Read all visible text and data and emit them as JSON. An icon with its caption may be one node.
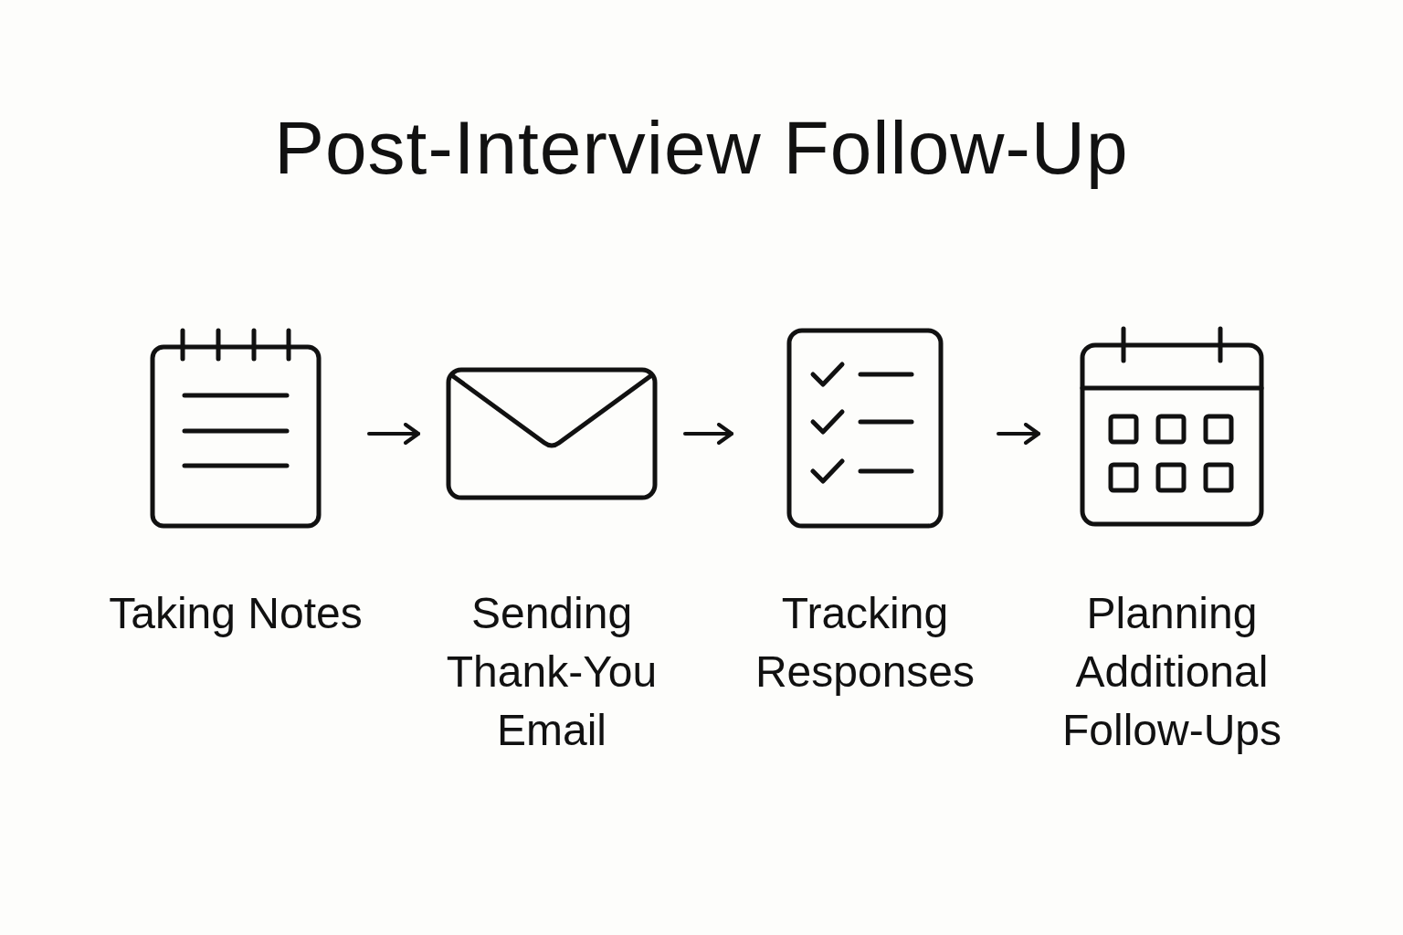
{
  "diagram": {
    "title": "Post-Interview Follow-Up",
    "nodes": [
      {
        "text": [
          "Taking Notes"
        ]
      },
      {
        "text": [
          "Sending Thank-You Email"
        ]
      },
      {
        "text": [
          "Tracking Responses"
        ]
      },
      {
        "text": [
          "Planning Additional Follow-Ups"
        ]
      }
    ],
    "edges": [
      {
        "from": 0,
        "to": 1,
        "arrow": "to"
      },
      {
        "from": 1,
        "to": 2,
        "arrow": "to"
      },
      {
        "from": 2,
        "to": 3,
        "arrow": "to"
      }
    ]
  }
}
